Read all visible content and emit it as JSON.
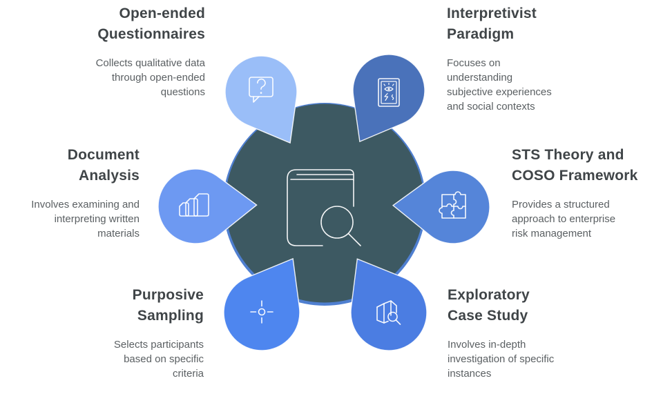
{
  "center": {
    "icon": "book-search-icon",
    "color": "#3d5962",
    "ring_color": "#4f7fd0"
  },
  "text_colors": {
    "heading": "#404548",
    "body": "#5a5f62"
  },
  "nodes": [
    {
      "id": "open-ended-questionnaires",
      "title": "Open-ended\nQuestionnaires",
      "description": "Collects qualitative data\nthrough open-ended\nquestions",
      "color": "#9abef8",
      "icon": "question-bubble-icon"
    },
    {
      "id": "interpretivist-paradigm",
      "title": "Interpretivist\nParadigm",
      "description": "Focuses on\nunderstanding\nsubjective experiences\nand social contexts",
      "color": "#4a72ba",
      "icon": "insight-card-icon"
    },
    {
      "id": "sts-theory-coso-framework",
      "title": "STS Theory and\nCOSO Framework",
      "description": "Provides a structured\napproach to enterprise\nrisk management",
      "color": "#5585d9",
      "icon": "puzzle-icon"
    },
    {
      "id": "exploratory-case-study",
      "title": "Exploratory\nCase Study",
      "description": "Involves in-depth\ninvestigation of specific\ninstances",
      "color": "#4b7de2",
      "icon": "map-search-icon"
    },
    {
      "id": "purposive-sampling",
      "title": "Purposive\nSampling",
      "description": "Selects participants\nbased on specific\ncriteria",
      "color": "#4e86ef",
      "icon": "crosshair-icon"
    },
    {
      "id": "document-analysis",
      "title": "Document\nAnalysis",
      "description": "Involves examining and\ninterpreting written\nmaterials",
      "color": "#6d99f2",
      "icon": "documents-icon"
    }
  ]
}
